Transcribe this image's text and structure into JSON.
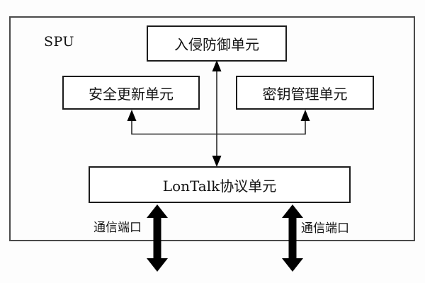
{
  "diagram": {
    "container_label": "SPU",
    "units": [
      {
        "id": "intrusion-prevention-unit",
        "label": "入侵防御单元"
      },
      {
        "id": "security-update-unit",
        "label": "安全更新单元"
      },
      {
        "id": "key-management-unit",
        "label": "密钥管理单元"
      },
      {
        "id": "lontalk-protocol-unit",
        "label": "LonTalk协议单元"
      }
    ],
    "ports": {
      "left_label": "通信端口",
      "right_label": "通信端口"
    },
    "connections": [
      {
        "from": "lontalk-protocol-unit",
        "to": "intrusion-prevention-unit",
        "type": "bidirectional-thin-arrow"
      },
      {
        "from": "lontalk-protocol-unit",
        "to": "security-update-unit",
        "type": "thin-arrow"
      },
      {
        "from": "lontalk-protocol-unit",
        "to": "key-management-unit",
        "type": "thin-arrow"
      },
      {
        "from": "lontalk-protocol-unit",
        "to": "external-port-left",
        "type": "thick-bidirectional-arrow"
      },
      {
        "from": "lontalk-protocol-unit",
        "to": "external-port-right",
        "type": "thick-bidirectional-arrow"
      }
    ],
    "colors": {
      "outer_border": "#4a4a4a",
      "box_border": "#1c1c1c",
      "line": "#2a2a2a",
      "arrow_fill": "#000000",
      "background": "#fdfdfd"
    }
  }
}
